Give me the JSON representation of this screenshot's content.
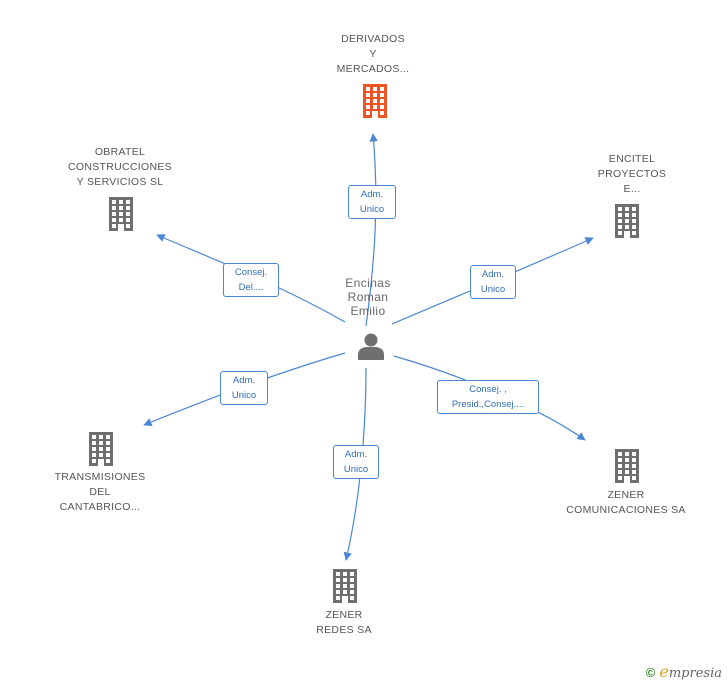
{
  "center": {
    "lines": [
      "Encinas",
      "Roman",
      "Emilio"
    ]
  },
  "companies": [
    {
      "id": "derivados",
      "lines": [
        "DERIVADOS",
        "Y",
        "MERCADOS..."
      ],
      "highlight": true
    },
    {
      "id": "obratel",
      "lines": [
        "OBRATEL",
        "CONSTRUCCIONES",
        "Y SERVICIOS SL"
      ],
      "highlight": false
    },
    {
      "id": "encitel",
      "lines": [
        "ENCITEL",
        "PROYECTOS",
        "E..."
      ],
      "highlight": false
    },
    {
      "id": "transmisiones",
      "lines": [
        "TRANSMISIONES",
        "DEL",
        "CANTABRICO..."
      ],
      "highlight": false
    },
    {
      "id": "zener-com",
      "lines": [
        "ZENER",
        "COMUNICACIONES SA"
      ],
      "highlight": false
    },
    {
      "id": "zener-redes",
      "lines": [
        "ZENER",
        "REDES SA"
      ],
      "highlight": false
    }
  ],
  "relations": [
    {
      "to": "derivados",
      "lines": [
        "Adm.",
        "Unico"
      ]
    },
    {
      "to": "obratel",
      "lines": [
        "Consej.",
        "Del...."
      ]
    },
    {
      "to": "encitel",
      "lines": [
        "Adm.",
        "Unico"
      ]
    },
    {
      "to": "transmisiones",
      "lines": [
        "Adm.",
        "Unico"
      ]
    },
    {
      "to": "zener-com",
      "lines": [
        "Consej. ,",
        "Presid.,Consej...."
      ]
    },
    {
      "to": "zener-redes",
      "lines": [
        "Adm.",
        "Unico"
      ]
    }
  ],
  "colors": {
    "edge": "#4a86d4",
    "building": "#6f6f6f",
    "building_highlight": "#ee5522",
    "person": "#6f6f6f"
  },
  "icons": {
    "company": "building-icon",
    "person": "person-icon"
  },
  "footer": {
    "copyright": "©",
    "brand_initial": "e",
    "brand_rest": "mpresia"
  }
}
